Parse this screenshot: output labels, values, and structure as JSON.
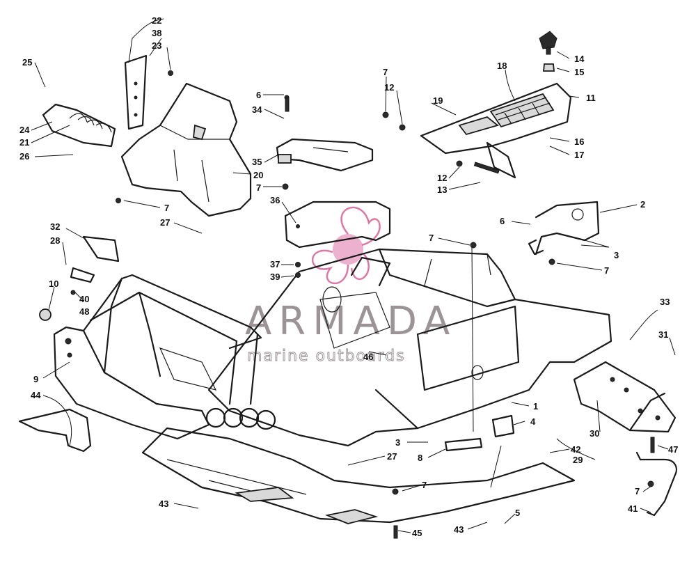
{
  "watermark": {
    "brand": "ARMADA",
    "tagline": "marine outboards",
    "logo_color": "#d4558f",
    "text_color": "#7a6f73"
  },
  "callouts": [
    "22",
    "38",
    "23",
    "25",
    "24",
    "21",
    "26",
    "20",
    "27",
    "7",
    "6",
    "34",
    "35",
    "7",
    "7",
    "12",
    "19",
    "18",
    "14",
    "15",
    "11",
    "16",
    "17",
    "12",
    "13",
    "36",
    "37",
    "39",
    "2",
    "6",
    "3",
    "7",
    "32",
    "28",
    "10",
    "40",
    "48",
    "7",
    "46",
    "33",
    "31",
    "9",
    "44",
    "1",
    "4",
    "30",
    "47",
    "29",
    "42",
    "3",
    "8",
    "27",
    "7",
    "7",
    "41",
    "43",
    "43",
    "5",
    "45"
  ]
}
